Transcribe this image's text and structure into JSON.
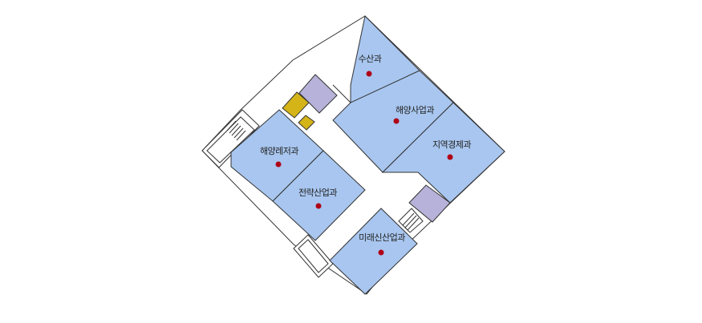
{
  "floor_map": {
    "departments": [
      {
        "id": "susan",
        "label": "수산과"
      },
      {
        "id": "haeyang-saeop",
        "label": "해양사업과"
      },
      {
        "id": "jiyeok-gyeongje",
        "label": "지역경제과"
      },
      {
        "id": "haeyang-leisure",
        "label": "해양레저과"
      },
      {
        "id": "jeollyak-saneop",
        "label": "전략산업과"
      },
      {
        "id": "mirae-sinsaneop",
        "label": "미래신산업과"
      }
    ],
    "colors": {
      "room": "#a8c6ef",
      "utility": "#b7b2d9",
      "stair_core": "#d4b417",
      "corridor": "#ffffff",
      "outline": "#333333",
      "marker": "#b00016"
    }
  }
}
